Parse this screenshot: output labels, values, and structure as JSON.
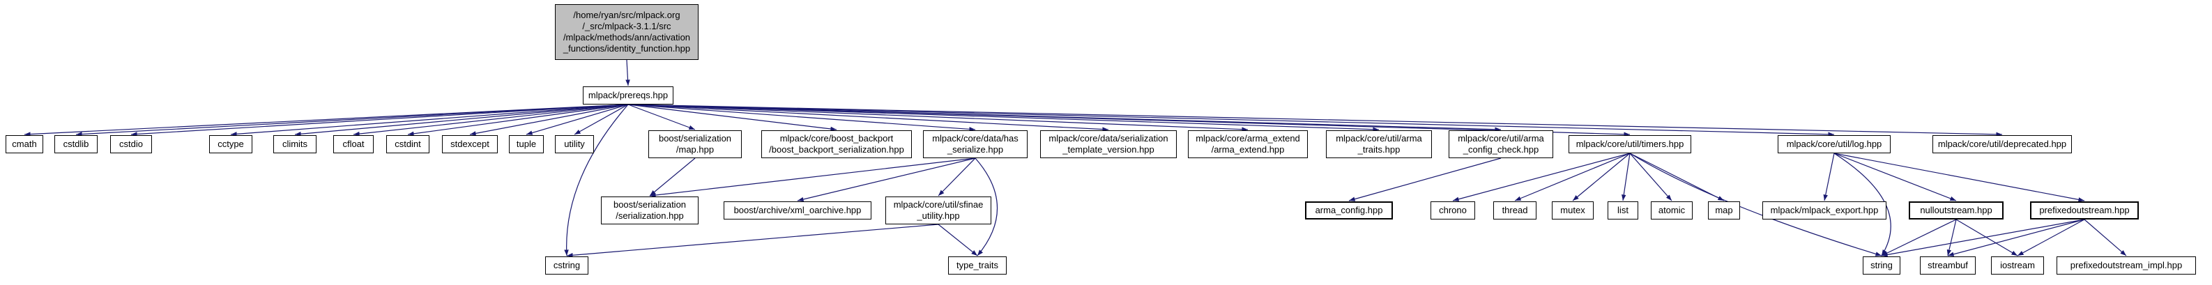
{
  "colors": {
    "edge": "#191970",
    "node_border": "#000000",
    "node_fill": "#ffffff",
    "current_node_fill": "#bfbfbf"
  },
  "nodes": {
    "identity": "/home/ryan/src/mlpack.org\n/_src/mlpack-3.1.1/src\n/mlpack/methods/ann/activation\n_functions/identity_function.hpp",
    "prereqs": "mlpack/prereqs.hpp",
    "cmath": "cmath",
    "cstdlib": "cstdlib",
    "cstdio": "cstdio",
    "cctype": "cctype",
    "climits": "climits",
    "cfloat": "cfloat",
    "cstdint": "cstdint",
    "stdexcept": "stdexcept",
    "tuple": "tuple",
    "utility": "utility",
    "boost_map": "boost/serialization\n/map.hpp",
    "boost_backport": "mlpack/core/boost_backport\n/boost_backport_serialization.hpp",
    "has_serialize": "mlpack/core/data/has\n_serialize.hpp",
    "ser_template": "mlpack/core/data/serialization\n_template_version.hpp",
    "arma_extend": "mlpack/core/arma_extend\n/arma_extend.hpp",
    "arma_traits": "mlpack/core/util/arma\n_traits.hpp",
    "arma_config_check": "mlpack/core/util/arma\n_config_check.hpp",
    "timers": "mlpack/core/util/timers.hpp",
    "log": "mlpack/core/util/log.hpp",
    "deprecated": "mlpack/core/util/deprecated.hpp",
    "serialization": "boost/serialization\n/serialization.hpp",
    "xml_oarchive": "boost/archive/xml_oarchive.hpp",
    "sfinae": "mlpack/core/util/sfinae\n_utility.hpp",
    "arma_config": "arma_config.hpp",
    "chrono": "chrono",
    "thread": "thread",
    "mutex": "mutex",
    "list": "list",
    "atomic": "atomic",
    "map": "map",
    "mlpack_export": "mlpack/mlpack_export.hpp",
    "nulloutstream": "nulloutstream.hpp",
    "prefixedoutstream": "prefixedoutstream.hpp",
    "cstring": "cstring",
    "type_traits": "type_traits",
    "string": "string",
    "streambuf": "streambuf",
    "iostream": "iostream",
    "prefixedoutstream_impl": "prefixedoutstream_impl.hpp"
  },
  "edges": [
    [
      "identity",
      "prereqs"
    ],
    [
      "prereqs",
      "cmath"
    ],
    [
      "prereqs",
      "cstdlib"
    ],
    [
      "prereqs",
      "cstdio"
    ],
    [
      "prereqs",
      "cctype"
    ],
    [
      "prereqs",
      "climits"
    ],
    [
      "prereqs",
      "cfloat"
    ],
    [
      "prereqs",
      "cstdint"
    ],
    [
      "prereqs",
      "stdexcept"
    ],
    [
      "prereqs",
      "tuple"
    ],
    [
      "prereqs",
      "utility"
    ],
    [
      "prereqs",
      "boost_map"
    ],
    [
      "prereqs",
      "boost_backport"
    ],
    [
      "prereqs",
      "has_serialize"
    ],
    [
      "prereqs",
      "ser_template"
    ],
    [
      "prereqs",
      "arma_extend"
    ],
    [
      "prereqs",
      "arma_traits"
    ],
    [
      "prereqs",
      "arma_config_check"
    ],
    [
      "prereqs",
      "timers"
    ],
    [
      "prereqs",
      "log"
    ],
    [
      "prereqs",
      "deprecated"
    ],
    [
      "prereqs",
      "cstring",
      -50
    ],
    [
      "boost_map",
      "serialization"
    ],
    [
      "has_serialize",
      "serialization"
    ],
    [
      "has_serialize",
      "xml_oarchive"
    ],
    [
      "has_serialize",
      "sfinae"
    ],
    [
      "has_serialize",
      "type_traits",
      60
    ],
    [
      "sfinae",
      "type_traits"
    ],
    [
      "sfinae",
      "cstring"
    ],
    [
      "arma_config_check",
      "arma_config"
    ],
    [
      "timers",
      "chrono"
    ],
    [
      "timers",
      "thread"
    ],
    [
      "timers",
      "mutex"
    ],
    [
      "timers",
      "list"
    ],
    [
      "timers",
      "atomic"
    ],
    [
      "timers",
      "map"
    ],
    [
      "timers",
      "string",
      -60
    ],
    [
      "log",
      "mlpack_export"
    ],
    [
      "log",
      "nulloutstream"
    ],
    [
      "log",
      "prefixedoutstream"
    ],
    [
      "log",
      "string",
      80
    ],
    [
      "nulloutstream",
      "string"
    ],
    [
      "nulloutstream",
      "streambuf"
    ],
    [
      "nulloutstream",
      "iostream"
    ],
    [
      "prefixedoutstream",
      "string"
    ],
    [
      "prefixedoutstream",
      "streambuf"
    ],
    [
      "prefixedoutstream",
      "iostream"
    ],
    [
      "prefixedoutstream",
      "prefixedoutstream_impl"
    ]
  ]
}
